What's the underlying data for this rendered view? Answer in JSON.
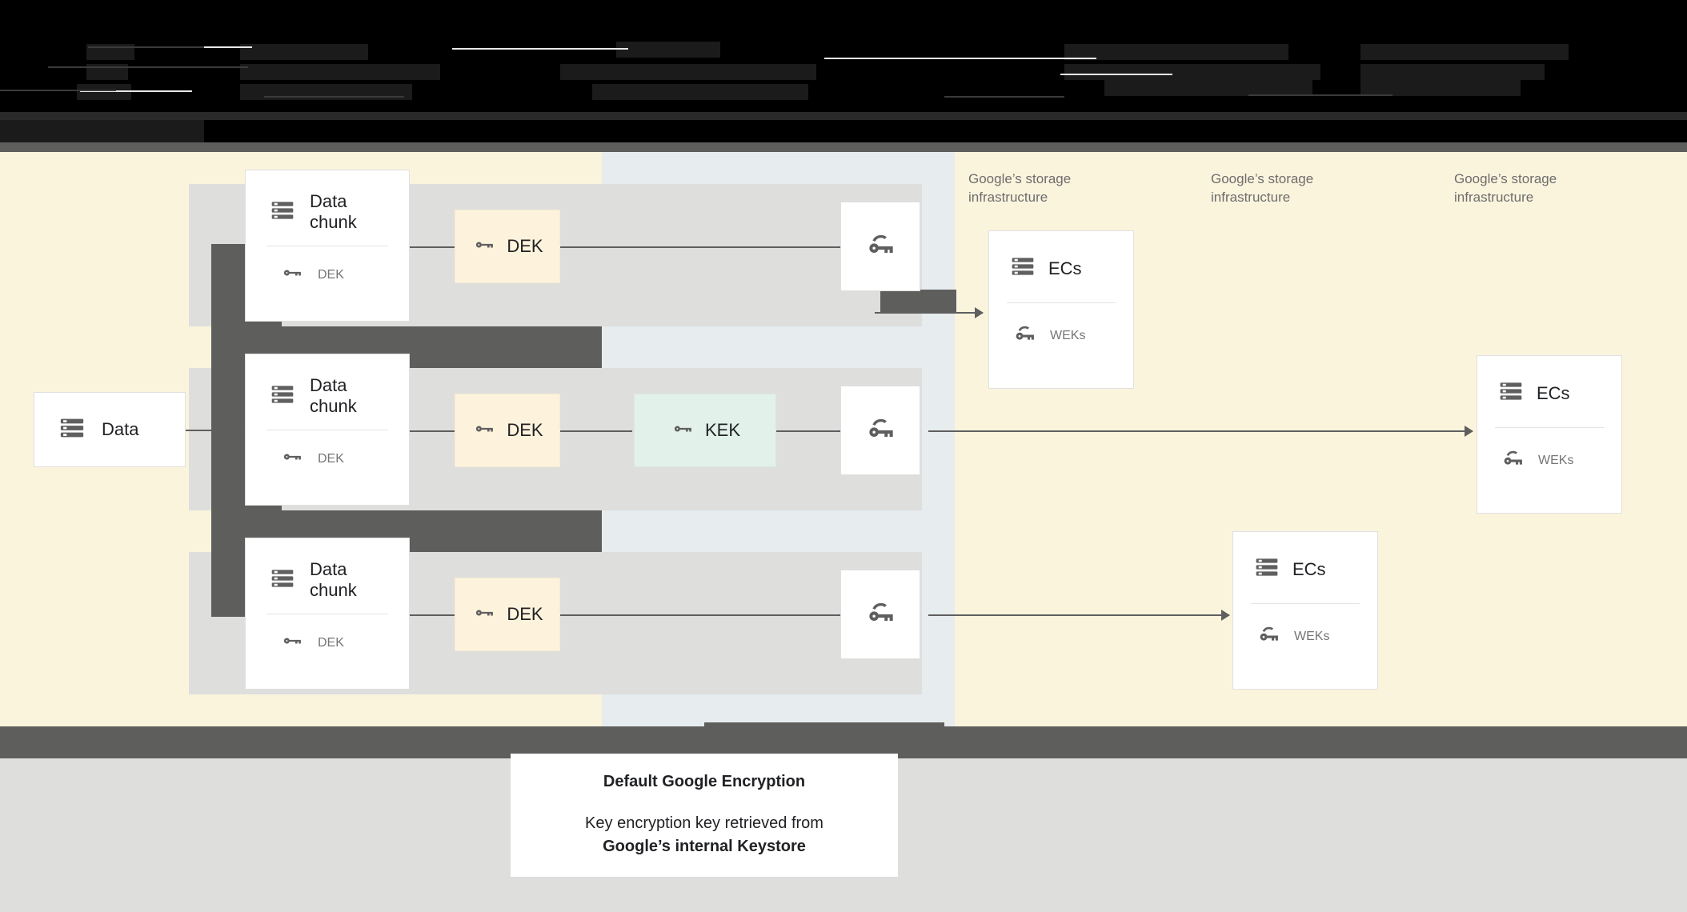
{
  "header": {
    "note": "redacted-dark-text-band",
    "lines": [
      "█████  █████████  ███████",
      "█████  ████████████  █████████",
      "█████  █████████████  ███████"
    ]
  },
  "source": {
    "label": "Data",
    "icon": "server-icon"
  },
  "chunks": [
    {
      "title": "Data\nchunk",
      "key_label": "DEK",
      "icon": "server-icon",
      "key_icon": "key-icon"
    },
    {
      "title": "Data\nchunk",
      "key_label": "DEK",
      "icon": "server-icon",
      "key_icon": "key-icon"
    },
    {
      "title": "Data\nchunk",
      "key_label": "DEK",
      "icon": "server-icon",
      "key_icon": "key-icon"
    }
  ],
  "deks": [
    {
      "label": "DEK",
      "icon": "key-icon"
    },
    {
      "label": "DEK",
      "icon": "key-icon"
    },
    {
      "label": "DEK",
      "icon": "key-icon"
    }
  ],
  "kek": {
    "label": "KEK",
    "icon": "key-icon"
  },
  "wrapped_keys": [
    {
      "label": "",
      "icon": "wrapped-key-icon"
    },
    {
      "label": "",
      "icon": "wrapped-key-icon"
    },
    {
      "label": "",
      "icon": "wrapped-key-icon"
    }
  ],
  "infra_labels": [
    "Google’s storage\ninfrastructure",
    "Google’s storage\ninfrastructure",
    "Google’s storage\ninfrastructure"
  ],
  "storage_cards": [
    {
      "title": "ECs",
      "key_label": "WEKs",
      "icon": "server-icon",
      "key_icon": "wrapped-key-icon"
    },
    {
      "title": "ECs",
      "key_label": "WEKs",
      "icon": "server-icon",
      "key_icon": "wrapped-key-icon"
    },
    {
      "title": "ECs",
      "key_label": "WEKs",
      "icon": "server-icon",
      "key_icon": "wrapped-key-icon"
    }
  ],
  "caption": {
    "title": "Default Google Encryption",
    "body_line1": "Key encryption key retrieved from",
    "body_line2": "Google’s internal Keystore"
  },
  "colors": {
    "band_cream": "#fbf4dd",
    "band_blue": "#e7ecee",
    "band_gray": "#dededd",
    "band_dark": "#5e5e5d",
    "dek_fill": "#fdf3dc",
    "kek_fill": "#e2f1ea",
    "icon_gray": "#5f5f5f",
    "text_dark": "#202124",
    "text_muted": "#757575"
  }
}
